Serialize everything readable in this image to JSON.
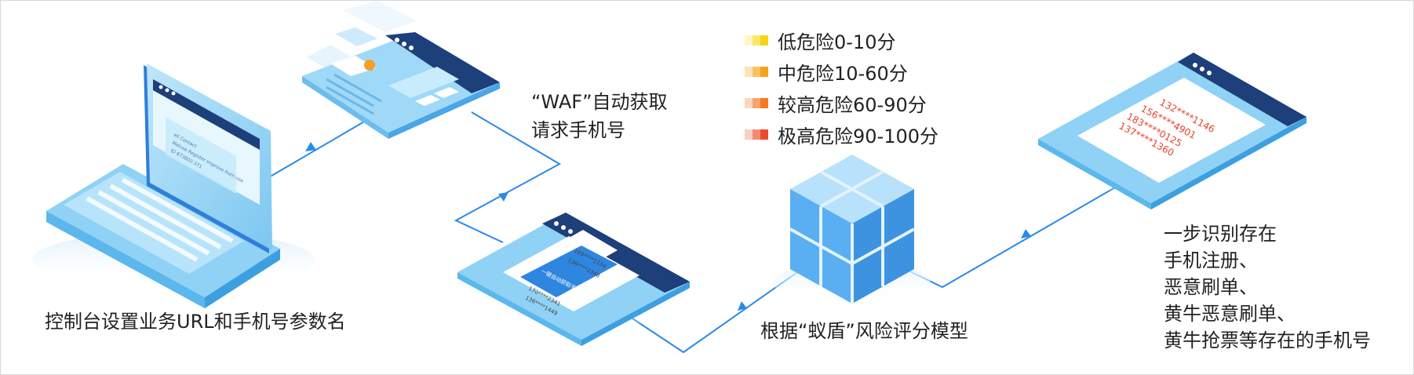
{
  "labels": {
    "console": "控制台设置业务URL和手机号参数名",
    "waf_line1": "“WAF”自动获取",
    "waf_line2": "请求手机号",
    "model": "根据“蚁盾”风险评分模型"
  },
  "risk_levels": [
    {
      "text": "低危险0-10分",
      "color": "#f7d417"
    },
    {
      "text": "中危险10-60分",
      "color": "#f7a21b"
    },
    {
      "text": "较高危险60-90分",
      "color": "#f47a22"
    },
    {
      "text": "极高危险90-100分",
      "color": "#ea4a2a"
    }
  ],
  "result_lines": [
    "一步识别存在",
    "手机注册、",
    "恶意刷单、",
    "黄牛恶意刷单、",
    "黄牛抢票等存在的手机号"
  ],
  "laptop_screen_lines": [
    "ell Contact",
    "Maluse Register Improve from use",
    "ID 873802-371"
  ],
  "phone_list_screen": [
    "189****1234",
    "136****2348",
    "一键自动获取手机号",
    "170****2341",
    "136****1449"
  ],
  "result_screen_numbers": [
    "132****1146",
    "156****4901",
    "183****0125",
    "137****1360"
  ],
  "colors": {
    "flow_line": "#2b8ae8",
    "window_header": "#1d3f7a",
    "window_body": "#8fd2f5",
    "window_paper": "#ffffff",
    "cube_front": "#5aaef2",
    "cube_top": "#b8e2fb",
    "cube_side": "#3d93e0",
    "number_red": "#e8422c"
  }
}
